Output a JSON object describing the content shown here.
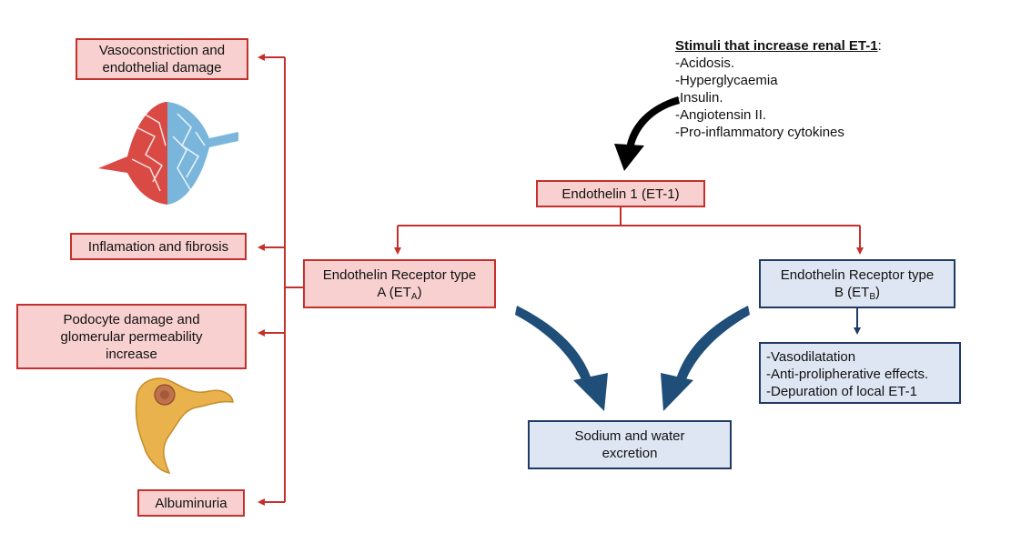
{
  "stimuli": {
    "title": "Stimuli that increase renal ET-1",
    "title_colon": ":",
    "items": [
      "-Acidosis.",
      "-Hyperglycaemia",
      "-Insulin.",
      "-Angiotensin II.",
      "-Pro-inflammatory cytokines"
    ]
  },
  "et1": {
    "label": "Endothelin 1 (ET-1)"
  },
  "receptor_a": {
    "line1": "Endothelin Receptor type",
    "prefix": "A (ET",
    "sub": "A",
    "suffix": ")"
  },
  "receptor_b": {
    "line1": "Endothelin Receptor type",
    "prefix": "B (ET",
    "sub": "B",
    "suffix": ")"
  },
  "receptor_b_effects": [
    "-Vasodilatation",
    "-Anti-prolipherative effects.",
    "-Depuration of local ET-1"
  ],
  "sodium": {
    "line1": "Sodium and water",
    "line2": "excretion"
  },
  "left_effects": {
    "vasoconstriction": {
      "line1": "Vasoconstriction and",
      "line2": "endothelial damage"
    },
    "inflammation": {
      "label": "Inflamation and fibrosis"
    },
    "podocyte": {
      "line1": "Podocyte damage and",
      "line2": "glomerular permeability",
      "line3": "increase"
    },
    "albuminuria": {
      "label": "Albuminuria"
    }
  },
  "colors": {
    "red_border": "#c4302b",
    "red_fill": "#f8d0d0",
    "blue_border": "#1f3a63",
    "blue_fill": "#dfe6f3",
    "arrow_blue": "#1f4e79"
  }
}
